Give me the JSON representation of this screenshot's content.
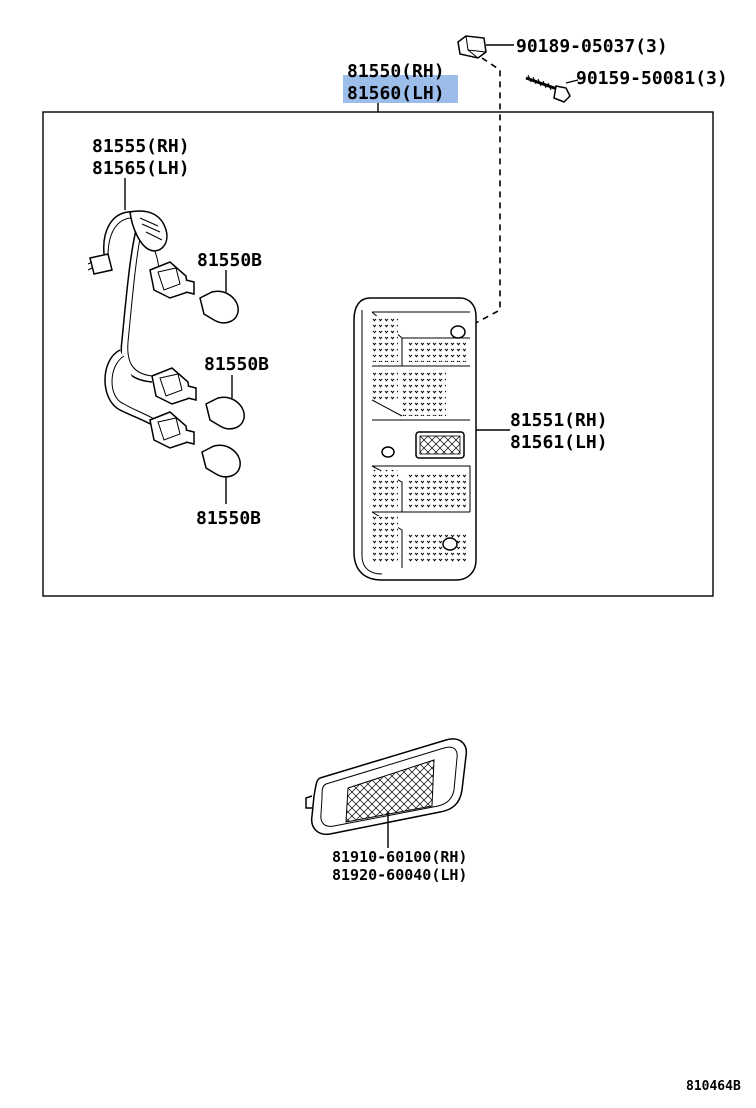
{
  "assembly": {
    "rh": "81550(RH)",
    "lh": "81560(LH)"
  },
  "fasteners": {
    "nut": "90189-05037(3)",
    "screw": "90159-50081(3)"
  },
  "socket_wire": {
    "rh": "81555(RH)",
    "lh": "81565(LH)"
  },
  "bulb_labels": [
    "81550B",
    "81550B",
    "81550B"
  ],
  "lens_body": {
    "rh": "81551(RH)",
    "lh": "81561(LH)"
  },
  "reflector": {
    "rh": "81910-60100(RH)",
    "lh": "81920-60040(LH)"
  },
  "diagram_id": "810464B",
  "colors": {
    "highlight": "#4a86d8",
    "line": "#000000",
    "background": "#ffffff"
  }
}
